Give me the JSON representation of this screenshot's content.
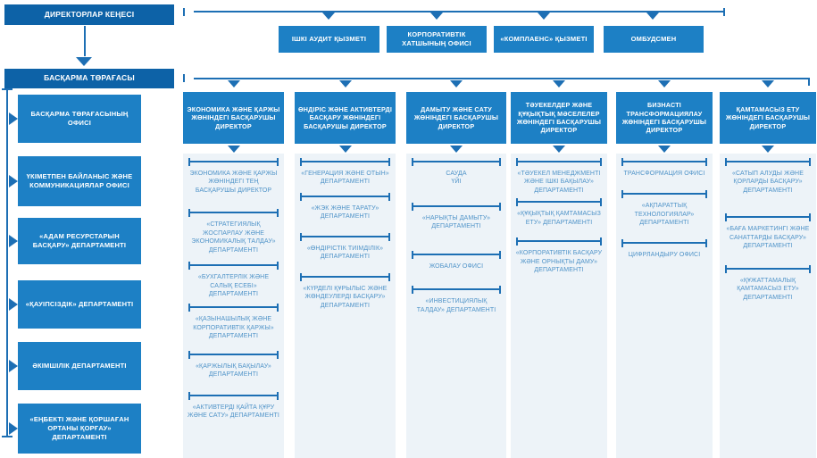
{
  "colors": {
    "dark_blue": "#0d62a7",
    "mid_blue": "#1d80c5",
    "light_bg": "#edf3f8",
    "line_blue": "#1d6fb4",
    "sub_text": "#4f93c8"
  },
  "header": {
    "board": "ДИРЕКТОРЛАР КЕҢЕСІ",
    "chairman": "БАСҚАРМА ТӨРАҒАСЫ"
  },
  "top_units": [
    "ІШКІ АУДИТ ҚЫЗМЕТІ",
    "КОРПОРАТИВТІК ХАТШЫНЫҢ ОФИСІ",
    "«КОМПЛАЕНС» ҚЫЗМЕТІ",
    "ОМБУДСМЕН"
  ],
  "left_units": [
    "БАСҚАРМА ТӨРАҒАСЫНЫҢ ОФИСІ",
    "ҮКІМЕТПЕН БАЙЛАНЫС ЖӘНЕ КОММУНИКАЦИЯЛАР ОФИСІ",
    "«АДАМ РЕСУРСТАРЫН БАСҚАРУ» ДЕПАРТАМЕНТІ",
    "«ҚАУІПСІЗДІК» ДЕПАРТАМЕНТІ",
    "ӘКІМШІЛІК ДЕПАРТАМЕНТІ",
    "«ЕҢБЕКТІ ЖӘНЕ ҚОРШАҒАН ОРТАНЫ ҚОРҒАУ» ДЕПАРТАМЕНТІ"
  ],
  "columns": [
    {
      "director": "ЭКОНОМИКА ЖӘНЕ ҚАРЖЫ ЖӨНІНДЕГІ БАСҚАРУШЫ ДИРЕКТОР",
      "units": [
        "ЭКОНОМИКА ЖӘНЕ ҚАРЖЫ ЖӨНІНДЕГІ ТЕҢ БАСҚАРУШЫ ДИРЕКТОР",
        "«СТРАТЕГИЯЛЫҚ ЖОСПАРЛАУ ЖӘНЕ ЭКОНОМИКАЛЫҚ ТАЛДАУ» ДЕПАРТАМЕНТІ",
        "«БУХГАЛТЕРЛІК ЖӘНЕ САЛЫҚ ЕСЕБІ» ДЕПАРТАМЕНТІ",
        "«ҚАЗЫНАШЫЛЫҚ ЖӘНЕ КОРПОРАТИВТІК ҚАРЖЫ» ДЕПАРТАМЕНТІ",
        "«ҚАРЖЫЛЫҚ БАҚЫЛАУ» ДЕПАРТАМЕНТІ",
        "«АКТИВТЕРДІ ҚАЙТА ҚҰРУ ЖӘНЕ САТУ» ДЕПАРТАМЕНТІ"
      ]
    },
    {
      "director": "ӨНДІРІС ЖӘНЕ АКТИВТЕРДІ БАСҚАРУ ЖӨНІНДЕГІ БАСҚАРУШЫ ДИРЕКТОР",
      "units": [
        "«ГЕНЕРАЦИЯ ЖӘНЕ ОТЫН» ДЕПАРТАМЕНТІ",
        "«ЖЭК ЖӘНЕ ТАРАТУ» ДЕПАРТАМЕНТІ",
        "«ӨНДІРІСТІК ТИІМДІЛІК» ДЕПАРТАМЕНТІ",
        "«КҮРДЕЛІ ҚҰРЫЛЫС ЖӘНЕ ЖӨНДЕУЛЕРДІ БАСҚАРУ» ДЕПАРТАМЕНТІ"
      ]
    },
    {
      "director": "ДАМЫТУ ЖӘНЕ САТУ ЖӨНІНДЕГІ БАСҚАРУШЫ ДИРЕКТОР",
      "units": [
        "САУДА ҮЙІ",
        "«НАРЫҚТЫ ДАМЫТУ» ДЕПАРТАМЕНТІ",
        "ЖОБАЛАУ ОФИСІ",
        "«ИНВЕСТИЦИЯЛЫҚ ТАЛДАУ» ДЕПАРТАМЕНТІ"
      ]
    },
    {
      "director": "ТӘУЕКЕЛДЕР ЖӘНЕ ҚҰҚЫҚТЫҚ МӘСЕЛЕЛЕР ЖӨНІНДЕГІ БАСҚАРУШЫ ДИРЕКТОР",
      "units": [
        "«ТӘУЕКЕЛ МЕНЕДЖМЕНТІ ЖӘНЕ ІШКІ БАҚЫЛАУ» ДЕПАРТАМЕНТІ",
        "«ҚҰҚЫҚТЫҚ ҚАМТАМАСЫЗ ЕТУ» ДЕПАРТАМЕНТІ",
        "«КОРПОРАТИВТІК БАСҚАРУ ЖӘНЕ ОРНЫҚТЫ ДАМУ» ДЕПАРТАМЕНТІ"
      ]
    },
    {
      "director": "БИЗНАСТІ ТРАНСФОРМАЦИЯЛАУ ЖӨНІНДЕГІ БАСҚАРУШЫ ДИРЕКТОР",
      "units": [
        "ТРАНСФОРМАЦИЯ ОФИСІ",
        "«АҚПАРАТТЫҚ ТЕХНОЛОГИЯЛАР» ДЕПАРТАМЕНТІ",
        "ЦИФРЛАНДЫРУ ОФИСІ"
      ]
    },
    {
      "director": "ҚАМТАМАСЫЗ ЕТУ ЖӨНІНДЕГІ БАСҚАРУШЫ ДИРЕКТОР",
      "units": [
        "«САТЫП АЛУДЫ ЖӘНЕ ҚОРЛАРДЫ БАСҚАРУ» ДЕПАРТАМЕНТІ",
        "«БАҒА МАРКЕТИНГІ ЖӘНЕ САНАТТАРДЫ БАСҚАРУ» ДЕПАРТАМЕНТІ",
        "«ҚҰЖАТТАМАЛЫҚ ҚАМТАМАСЫЗ ЕТУ» ДЕПАРТАМЕНТІ"
      ]
    }
  ]
}
